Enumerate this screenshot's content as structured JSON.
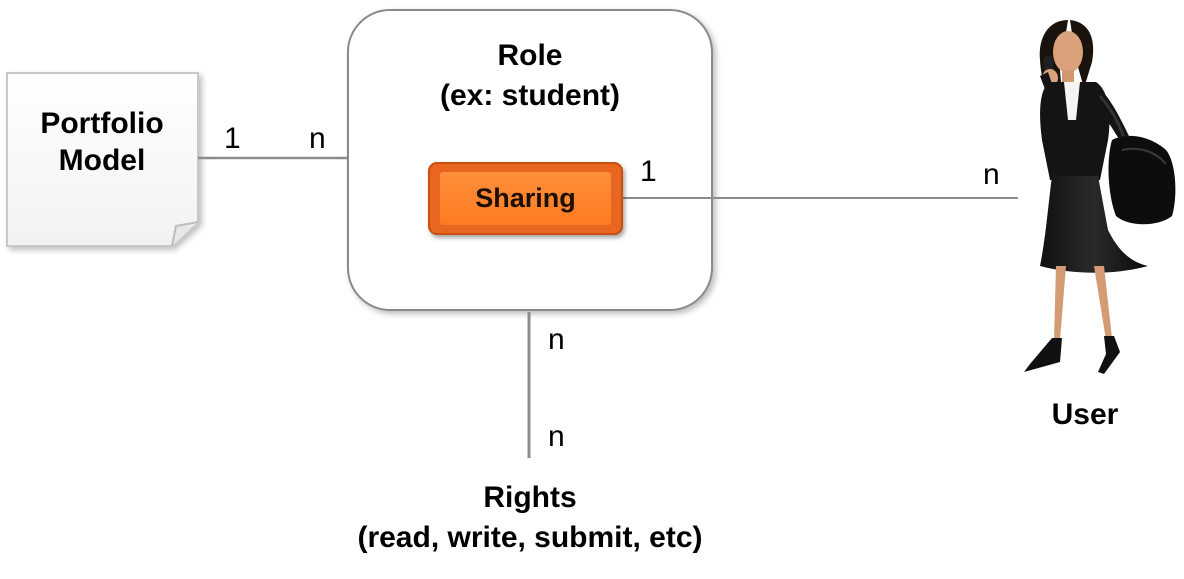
{
  "portfolio_model": {
    "line1": "Portfolio",
    "line2": "Model"
  },
  "role": {
    "title": "Role",
    "example": "(ex: student)"
  },
  "sharing": {
    "label": "Sharing",
    "color": "#ff7f27"
  },
  "user": {
    "label": "User"
  },
  "rights": {
    "title": "Rights",
    "list": "(read, write, submit, etc)"
  },
  "multiplicities": {
    "portfolio_side": "1",
    "role_side_left": "n",
    "sharing_side": "1",
    "user_side": "n",
    "role_side_bottom": "n",
    "rights_side": "n"
  }
}
